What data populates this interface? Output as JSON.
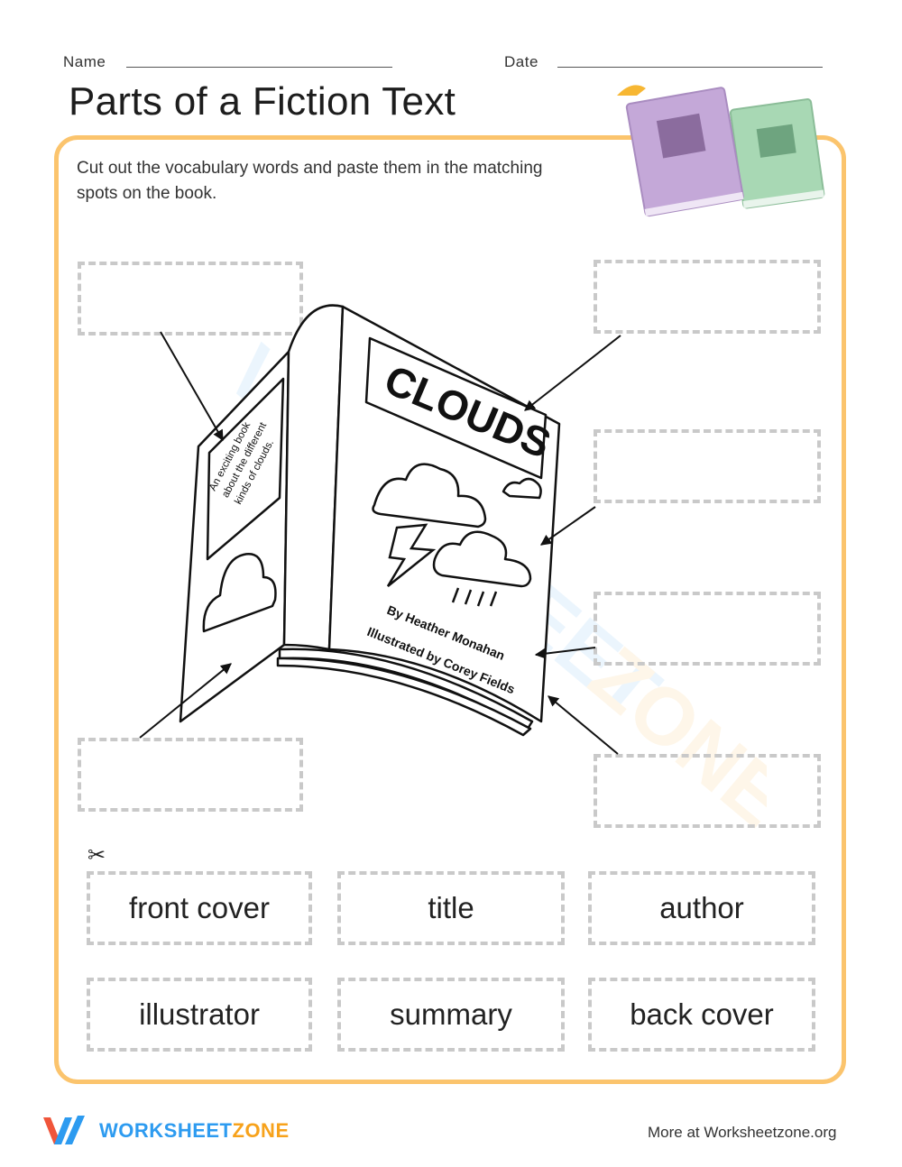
{
  "header": {
    "name_label": "Name",
    "date_label": "Date",
    "title": "Parts of a Fiction Text"
  },
  "instructions": "Cut out the vocabulary words and paste them in the matching spots on the book.",
  "book": {
    "front_title": "CLOUDS",
    "author_line": "By Heather Monahan",
    "illustrator_line": "Illustrated by Corey Fields",
    "back_summary": [
      "An exciting book",
      "about the different",
      "kinds of clouds."
    ]
  },
  "word_cards": [
    "front cover",
    "title",
    "author",
    "illustrator",
    "summary",
    "back cover"
  ],
  "icons": {
    "scissors": "scissors-icon",
    "books": "books-icon"
  },
  "colors": {
    "frame": "#fbc46d",
    "purple_book": "#c4a8d8",
    "green_book": "#a8d8b4",
    "brand_blue": "#2d9bf0",
    "brand_orange": "#f7a21b"
  },
  "footer": {
    "brand_part1": "WORKSHEET",
    "brand_part2": "ZONE",
    "more_text": "More at Worksheetzone.org"
  }
}
